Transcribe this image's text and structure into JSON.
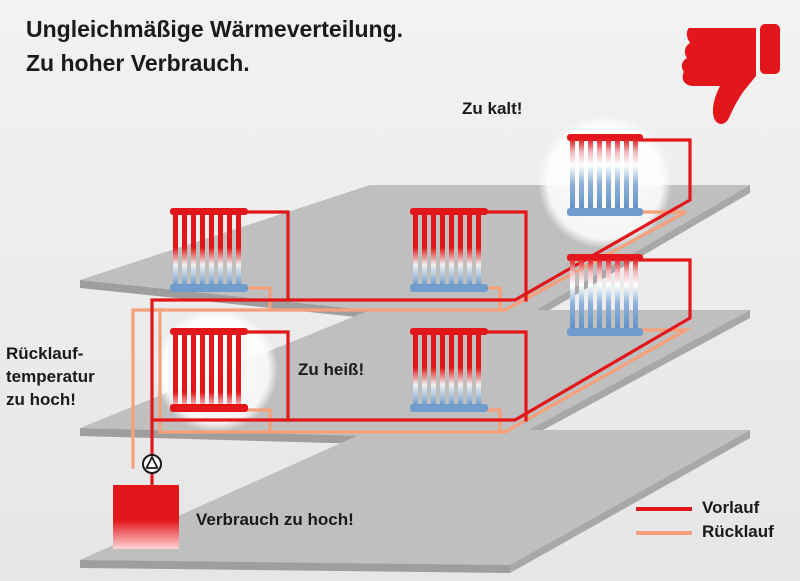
{
  "title": {
    "line1": "Ungleichmäßige Wärmeverteilung.",
    "line2": "Zu hoher Verbrauch."
  },
  "labels": {
    "too_cold": "Zu kalt!",
    "too_hot": "Zu heiß!",
    "return_temp": [
      "Rücklauf-",
      "temperatur",
      "zu hoch!"
    ],
    "consumption": "Verbrauch zu hoch!"
  },
  "legend": [
    {
      "label": "Vorlauf",
      "color": "#e3161b"
    },
    {
      "label": "Rücklauf",
      "color": "#f5a07a"
    }
  ],
  "icons": {
    "rating": "thumbs-down-icon",
    "pump": "pump-icon",
    "boiler": "boiler-icon"
  },
  "colors": {
    "supply": "#e3161b",
    "return": "#f5a07a",
    "floor": "#bdbdbd",
    "cold": "#6f9ccd",
    "accent": "#e3161b"
  }
}
